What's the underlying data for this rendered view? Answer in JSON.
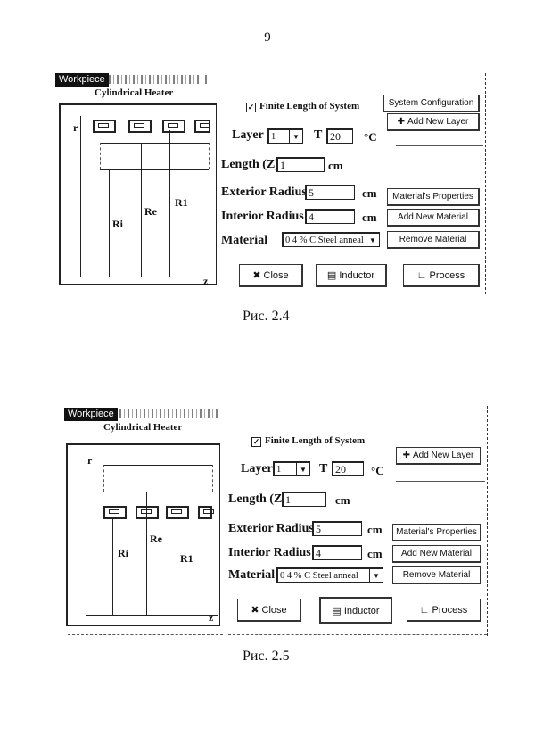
{
  "page_number": "9",
  "fig1": {
    "caption": "Рис. 2.4",
    "window_title": "Workpiece",
    "heater_title": "Cylindrical Heater",
    "axis_r": "r",
    "axis_z": "z",
    "label_ri": "Ri",
    "label_re": "Re",
    "label_r1": "R1",
    "finite_length_label": "Finite Length of System",
    "finite_length_checked": true,
    "system_config_button": "System Configuration",
    "add_layer_button": "Add New Layer",
    "layer_label": "Layer",
    "layer_value": "1",
    "t_label": "T",
    "t_value": "20",
    "t_unit": "°C",
    "length_label": "Length (Z)",
    "length_value": "1",
    "length_unit": "cm",
    "ext_radius_label": "Exterior Radius",
    "ext_radius_value": "5",
    "ext_radius_unit": "cm",
    "int_radius_label": "Interior Radius",
    "int_radius_value": "4",
    "int_radius_unit": "cm",
    "material_label": "Material",
    "material_value": "0 4 % C Steel anneal",
    "material_props_button": "Material's Properties",
    "add_material_button": "Add New Material",
    "remove_material_button": "Remove Material",
    "close_button": "Close",
    "inductor_button": "Inductor",
    "process_button": "Process"
  },
  "fig2": {
    "caption": "Рис. 2.5",
    "window_title": "Workpiece",
    "heater_title": "Cylindrical Heater",
    "axis_r": "r",
    "axis_z": "z",
    "label_ri": "Ri",
    "label_re": "Re",
    "label_r1": "R1",
    "finite_length_label": "Finite Length of System",
    "finite_length_checked": true,
    "add_layer_button": "Add New Layer",
    "layer_label": "Layer",
    "layer_value": "1",
    "t_label": "T",
    "t_value": "20",
    "t_unit": "°C",
    "length_label": "Length (Z)",
    "length_value": "1",
    "length_unit": "cm",
    "ext_radius_label": "Exterior Radius",
    "ext_radius_value": "5",
    "ext_radius_unit": "cm",
    "int_radius_label": "Interior Radius",
    "int_radius_value": "4",
    "int_radius_unit": "cm",
    "material_label": "Material",
    "material_value": "0 4 % C Steel anneal",
    "material_props_button": "Material's Properties",
    "add_material_button": "Add New Material",
    "remove_material_button": "Remove Material",
    "close_button": "Close",
    "inductor_button": "Inductor",
    "process_button": "Process"
  }
}
